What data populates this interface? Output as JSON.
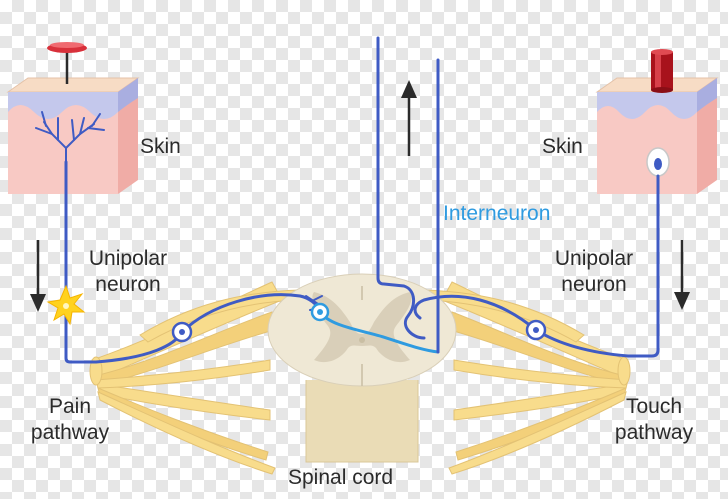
{
  "labels": {
    "skin_left": "Skin",
    "skin_right": "Skin",
    "interneuron": "Interneuron",
    "unipolar_left_line1": "Unipolar",
    "unipolar_left_line2": "neuron",
    "unipolar_right_line1": "Unipolar",
    "unipolar_right_line2": "neuron",
    "pain_line1": "Pain",
    "pain_line2": "pathway",
    "touch_line1": "Touch",
    "touch_line2": "pathway",
    "spinal_cord": "Spinal cord"
  },
  "colors": {
    "neuron_blue": "#3f5bc4",
    "interneuron_blue": "#2f9be0",
    "skin_pink": "#f8c9c4",
    "skin_top": "#f7dcc5",
    "epidermis_purple": "#c4c8ec",
    "nerve_yellow": "#f8dc8c",
    "spinal_gray": "#e9e2cf",
    "grey_matter": "#d6ccb4",
    "pin_red": "#d8303a",
    "spark_yellow": "#ffd21e"
  }
}
